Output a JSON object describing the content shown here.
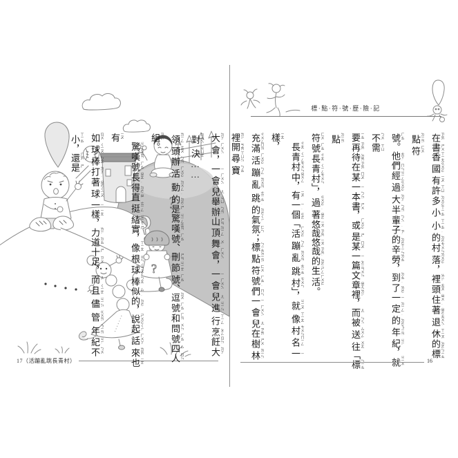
{
  "book": {
    "running_title": "標·點·符·號·歷·險·記",
    "ink_color": "#1c1c1c",
    "rule_color": "#8a8a8a",
    "mound_fill": "#c4c4c4"
  },
  "left_page": {
    "page_number": "17",
    "chapter_caption": "（活蹦亂跳長青村）",
    "illustration_figures": [
      "cloud",
      "exclamation-mark",
      "baseball",
      "exclamation-boy",
      "hilltop-house",
      "hill-mound",
      "sitting-villager",
      "picket-fence",
      "question-mark-small",
      "question-mark-large",
      "question-mark-doll",
      "bush",
      "ellipsis-dots",
      "ellipsis-girl",
      "comma-curl-shoe",
      "grass-tuft"
    ]
  },
  "right_page": {
    "page_number": "16",
    "header": {
      "title": "標·點·符·號·歷·險·記"
    },
    "lines": [
      {
        "indent": false,
        "cells": [
          [
            "在",
            "ㄗㄞˋ"
          ],
          [
            "書",
            "ㄕㄨ"
          ],
          [
            "香",
            "ㄒㄧㄤ"
          ],
          [
            "國",
            "ㄍㄨㄛˊ"
          ],
          [
            "有",
            "ㄧㄡˇ"
          ],
          [
            "許",
            "ㄒㄩˇ"
          ],
          [
            "多",
            "ㄉㄨㄛ"
          ],
          [
            "小",
            "ㄒㄧㄠˇ"
          ],
          [
            "小",
            "ㄒㄧㄠˇ"
          ],
          [
            "的",
            "˙ㄉㄜ"
          ],
          [
            "村",
            "ㄘㄨㄣ"
          ],
          [
            "落",
            "ㄌㄨㄛˋ"
          ],
          [
            "，",
            ""
          ],
          [
            "裡",
            "ㄌㄧˇ"
          ],
          [
            "頭",
            "ㄊㄡˊ"
          ],
          [
            "住",
            "ㄓㄨˋ"
          ],
          [
            "著",
            "˙ㄓㄜ"
          ],
          [
            "退",
            "ㄊㄨㄟˋ"
          ],
          [
            "休",
            "ㄒㄧㄡ"
          ],
          [
            "的",
            "˙ㄉㄜ"
          ],
          [
            "標",
            "ㄅㄧㄠ"
          ],
          [
            "點",
            "ㄉㄧㄢˇ"
          ],
          [
            "符",
            "ㄈㄨˊ"
          ]
        ]
      },
      {
        "indent": false,
        "cells": [
          [
            "號",
            "ㄏㄠˋ"
          ],
          [
            "。",
            ""
          ],
          [
            "他",
            "ㄊㄚ"
          ],
          [
            "們",
            "˙ㄇㄣ"
          ],
          [
            "經",
            "ㄐㄧㄥ"
          ],
          [
            "過",
            "ㄍㄨㄛˋ"
          ],
          [
            "大",
            "ㄉㄚˋ"
          ],
          [
            "半",
            "ㄅㄢˋ"
          ],
          [
            "輩",
            "ㄅㄟˋ"
          ],
          [
            "子",
            "˙ㄗ"
          ],
          [
            "的",
            "˙ㄉㄜ"
          ],
          [
            "辛",
            "ㄒㄧㄣ"
          ],
          [
            "勞",
            "ㄌㄠˊ"
          ],
          [
            "，",
            ""
          ],
          [
            "到",
            "ㄉㄠˋ"
          ],
          [
            "了",
            "˙ㄌㄜ"
          ],
          [
            "一",
            "ㄧ"
          ],
          [
            "定",
            "ㄉㄧㄥˋ"
          ],
          [
            "的",
            "˙ㄉㄜ"
          ],
          [
            "年",
            "ㄋㄧㄢˊ"
          ],
          [
            "紀",
            "ㄐㄧˋ"
          ],
          [
            "，",
            ""
          ],
          [
            "就",
            "ㄐㄧㄡˋ"
          ],
          [
            "不",
            "ㄅㄨˋ"
          ],
          [
            "需",
            "ㄒㄩ"
          ]
        ]
      },
      {
        "indent": false,
        "cells": [
          [
            "要",
            "ㄧㄠˋ"
          ],
          [
            "再",
            "ㄗㄞˋ"
          ],
          [
            "待",
            "ㄉㄞ"
          ],
          [
            "在",
            "ㄗㄞˋ"
          ],
          [
            "某",
            "ㄇㄡˇ"
          ],
          [
            "一",
            "ㄧ"
          ],
          [
            "本",
            "ㄅㄣˇ"
          ],
          [
            "書",
            "ㄕㄨ"
          ],
          [
            "，",
            ""
          ],
          [
            "或",
            "ㄏㄨㄛˋ"
          ],
          [
            "是",
            "ㄕˋ"
          ],
          [
            "某",
            "ㄇㄡˇ"
          ],
          [
            "一",
            "ㄧ"
          ],
          [
            "篇",
            "ㄆㄧㄢ"
          ],
          [
            "文",
            "ㄨㄣˊ"
          ],
          [
            "章",
            "ㄓㄤ"
          ],
          [
            "裡",
            "ㄌㄧˇ"
          ],
          [
            "，",
            ""
          ],
          [
            "而",
            "ㄦˊ"
          ],
          [
            "被",
            "ㄅㄟˋ"
          ],
          [
            "送",
            "ㄙㄨㄥˋ"
          ],
          [
            "往",
            "ㄨㄤˇ"
          ],
          [
            "「",
            ""
          ],
          [
            "標",
            "ㄅㄧㄠ"
          ],
          [
            "點",
            "ㄉㄧㄢˇ"
          ]
        ]
      },
      {
        "indent": false,
        "cells": [
          [
            "符",
            "ㄈㄨˊ"
          ],
          [
            "號",
            "ㄏㄠˋ"
          ],
          [
            "長",
            "ㄔㄤˊ"
          ],
          [
            "青",
            "ㄑㄧㄥ"
          ],
          [
            "村",
            "ㄘㄨㄣ"
          ],
          [
            "」",
            ""
          ],
          [
            "，",
            ""
          ],
          [
            "過",
            "ㄍㄨㄛˋ"
          ],
          [
            "著",
            "˙ㄓㄜ"
          ],
          [
            "悠",
            "ㄧㄡ"
          ],
          [
            "哉",
            "ㄗㄞ"
          ],
          [
            "悠",
            "ㄧㄡ"
          ],
          [
            "哉",
            "ㄗㄞ"
          ],
          [
            "的",
            "˙ㄉㄜ"
          ],
          [
            "生",
            "ㄕㄥ"
          ],
          [
            "活",
            "ㄏㄨㄛˊ"
          ],
          [
            "。",
            ""
          ]
        ]
      },
      {
        "indent": true,
        "cells": [
          [
            "長",
            "ㄔㄤˊ"
          ],
          [
            "青",
            "ㄑㄧㄥ"
          ],
          [
            "村",
            "ㄘㄨㄣ"
          ],
          [
            "中",
            "ㄓㄨㄥ"
          ],
          [
            "，",
            ""
          ],
          [
            "有",
            "ㄧㄡˇ"
          ],
          [
            "一",
            "ㄧ"
          ],
          [
            "個",
            "˙ㄍㄜ"
          ],
          [
            "「",
            ""
          ],
          [
            "活",
            "ㄏㄨㄛˊ"
          ],
          [
            "蹦",
            "ㄅㄥˋ"
          ],
          [
            "亂",
            "ㄌㄨㄢˋ"
          ],
          [
            "跳",
            "ㄊㄧㄠˋ"
          ],
          [
            "村",
            "ㄘㄨㄣ"
          ],
          [
            "」",
            ""
          ],
          [
            "，",
            ""
          ],
          [
            "就",
            "ㄐㄧㄡˋ"
          ],
          [
            "像",
            "ㄒㄧㄤˋ"
          ],
          [
            "村",
            "ㄘㄨㄣ"
          ],
          [
            "名",
            "ㄇㄧㄥˊ"
          ],
          [
            "一",
            "ㄧ"
          ],
          [
            "樣",
            "ㄧㄤˋ"
          ],
          [
            "，",
            ""
          ]
        ]
      },
      {
        "indent": false,
        "cells": [
          [
            "充",
            "ㄔㄨㄥ"
          ],
          [
            "滿",
            "ㄇㄢˇ"
          ],
          [
            "活",
            "ㄏㄨㄛˊ"
          ],
          [
            "蹦",
            "ㄅㄥˋ"
          ],
          [
            "亂",
            "ㄌㄨㄢˋ"
          ],
          [
            "跳",
            "ㄊㄧㄠˋ"
          ],
          [
            "的",
            "˙ㄉㄜ"
          ],
          [
            "氣",
            "ㄑㄧˋ"
          ],
          [
            "氛",
            "ㄈㄣ"
          ],
          [
            "；",
            ""
          ],
          [
            "標",
            "ㄅㄧㄠ"
          ],
          [
            "點",
            "ㄉㄧㄢˇ"
          ],
          [
            "符",
            "ㄈㄨˊ"
          ],
          [
            "號",
            "ㄏㄠˋ"
          ],
          [
            "們",
            "˙ㄇㄣ"
          ],
          [
            "一",
            "ㄧ"
          ],
          [
            "會",
            "ㄏㄨㄟˇ"
          ],
          [
            "兒",
            "ㄦ"
          ],
          [
            "在",
            "ㄗㄞˋ"
          ],
          [
            "樹",
            "ㄕㄨˋ"
          ],
          [
            "林",
            "ㄌㄧㄣˊ"
          ],
          [
            "裡",
            "ㄌㄧˇ"
          ],
          [
            "開",
            "ㄎㄞ"
          ],
          [
            "尋",
            "ㄒㄩㄣˊ"
          ],
          [
            "寶",
            "ㄅㄠˇ"
          ]
        ]
      },
      {
        "indent": false,
        "cells": [
          [
            "大",
            "ㄉㄚˋ"
          ],
          [
            "會",
            "ㄏㄨㄟˋ"
          ],
          [
            "，",
            ""
          ],
          [
            "一",
            "ㄧ"
          ],
          [
            "會",
            "ㄏㄨㄟˇ"
          ],
          [
            "兒",
            "ㄦ"
          ],
          [
            "舉",
            "ㄐㄩˇ"
          ],
          [
            "辦",
            "ㄅㄢˋ"
          ],
          [
            "山",
            "ㄕㄢ"
          ],
          [
            "頂",
            "ㄉㄧㄥˇ"
          ],
          [
            "舞",
            "ㄨˇ"
          ],
          [
            "會",
            "ㄏㄨㄟˋ"
          ],
          [
            "，",
            ""
          ],
          [
            "一",
            "ㄧ"
          ],
          [
            "會",
            "ㄏㄨㄟˇ"
          ],
          [
            "兒",
            "ㄦ"
          ],
          [
            "進",
            "ㄐㄧㄣˋ"
          ],
          [
            "行",
            "ㄒㄧㄥˊ"
          ],
          [
            "烹",
            "ㄆㄥ"
          ],
          [
            "飪",
            "ㄖㄣˋ"
          ],
          [
            "大",
            "ㄉㄚˋ"
          ],
          [
            "對",
            "ㄉㄨㄟˋ"
          ],
          [
            "決",
            "ㄐㄩㄝˊ"
          ],
          [
            "…",
            ""
          ],
          [
            "…",
            ""
          ]
        ]
      },
      {
        "indent": false,
        "cells": [
          [
            "領",
            "ㄌㄧㄥˇ"
          ],
          [
            "頭",
            "ㄊㄡˊ"
          ],
          [
            "辦",
            "ㄅㄢˋ"
          ],
          [
            "活",
            "ㄏㄨㄛˊ"
          ],
          [
            "動",
            "ㄉㄨㄥˋ"
          ],
          [
            "的",
            "˙ㄉㄜ"
          ],
          [
            "是",
            "ㄕˋ"
          ],
          [
            "驚",
            "ㄐㄧㄥ"
          ],
          [
            "嘆",
            "ㄊㄢˋ"
          ],
          [
            "號",
            "ㄏㄠˋ"
          ],
          [
            "、",
            ""
          ],
          [
            "刪",
            "ㄕㄢ"
          ],
          [
            "節",
            "ㄐㄧㄝˊ"
          ],
          [
            "號",
            "ㄏㄠˋ"
          ],
          [
            "、",
            ""
          ],
          [
            "逗",
            "ㄉㄡˋ"
          ],
          [
            "號",
            "ㄏㄠˋ"
          ],
          [
            "和",
            "ㄏㄢˋ"
          ],
          [
            "問",
            "ㄨㄣˋ"
          ],
          [
            "號",
            "ㄏㄠˋ"
          ],
          [
            "四",
            "ㄙˋ"
          ],
          [
            "人",
            "ㄖㄣˊ"
          ],
          [
            "組",
            "ㄗㄨˇ"
          ],
          [
            "。",
            ""
          ]
        ]
      },
      {
        "indent": true,
        "cells": [
          [
            "驚",
            "ㄐㄧㄥ"
          ],
          [
            "嘆",
            "ㄊㄢˋ"
          ],
          [
            "號",
            "ㄏㄠˋ"
          ],
          [
            "長",
            "ㄓㄤˇ"
          ],
          [
            "得",
            "˙ㄉㄜ"
          ],
          [
            "直",
            "ㄓˊ"
          ],
          [
            "挺",
            "ㄊㄧㄥˇ"
          ],
          [
            "結",
            "ㄐㄧㄝ"
          ],
          [
            "實",
            "ㄕˊ"
          ],
          [
            "，",
            ""
          ],
          [
            "像",
            "ㄒㄧㄤˋ"
          ],
          [
            "根",
            "ㄍㄣ"
          ],
          [
            "球",
            "ㄑㄧㄡˊ"
          ],
          [
            "棒",
            "ㄅㄤˋ"
          ],
          [
            "似",
            "ㄙˋ"
          ],
          [
            "的",
            "˙ㄉㄜ"
          ],
          [
            "，",
            ""
          ],
          [
            "說",
            "ㄕㄨㄛ"
          ],
          [
            "起",
            "ㄑㄧˇ"
          ],
          [
            "話",
            "ㄏㄨㄚˋ"
          ],
          [
            "來",
            "ㄌㄞˊ"
          ],
          [
            "也",
            "ㄧㄝˇ"
          ],
          [
            "有",
            "ㄧㄡˇ"
          ]
        ]
      },
      {
        "indent": false,
        "cells": [
          [
            "如",
            "ㄖㄨˊ"
          ],
          [
            "球",
            "ㄑㄧㄡˊ"
          ],
          [
            "棒",
            "ㄅㄤˋ"
          ],
          [
            "打",
            "ㄉㄚˇ"
          ],
          [
            "著",
            "˙ㄓㄜ"
          ],
          [
            "球",
            "ㄑㄧㄡˊ"
          ],
          [
            "一",
            "ㄧ"
          ],
          [
            "樣",
            "ㄧㄤˋ"
          ],
          [
            "，",
            ""
          ],
          [
            "力",
            "ㄌㄧˋ"
          ],
          [
            "道",
            "ㄉㄠˋ"
          ],
          [
            "十",
            "ㄕˊ"
          ],
          [
            "足",
            "ㄗㄨˊ"
          ],
          [
            "，",
            ""
          ],
          [
            "而",
            "ㄦˊ"
          ],
          [
            "且",
            "ㄑㄧㄝˇ"
          ],
          [
            "儘",
            "ㄐㄧㄣˇ"
          ],
          [
            "管",
            "ㄍㄨㄢˇ"
          ],
          [
            "年",
            "ㄋㄧㄢˊ"
          ],
          [
            "紀",
            "ㄐㄧˋ"
          ],
          [
            "不",
            "ㄅㄨˋ"
          ],
          [
            "小",
            "ㄒㄧㄠˇ"
          ],
          [
            "，",
            ""
          ],
          [
            "還",
            "ㄏㄞˊ"
          ],
          [
            "是",
            "ㄕˋ"
          ]
        ]
      }
    ]
  }
}
